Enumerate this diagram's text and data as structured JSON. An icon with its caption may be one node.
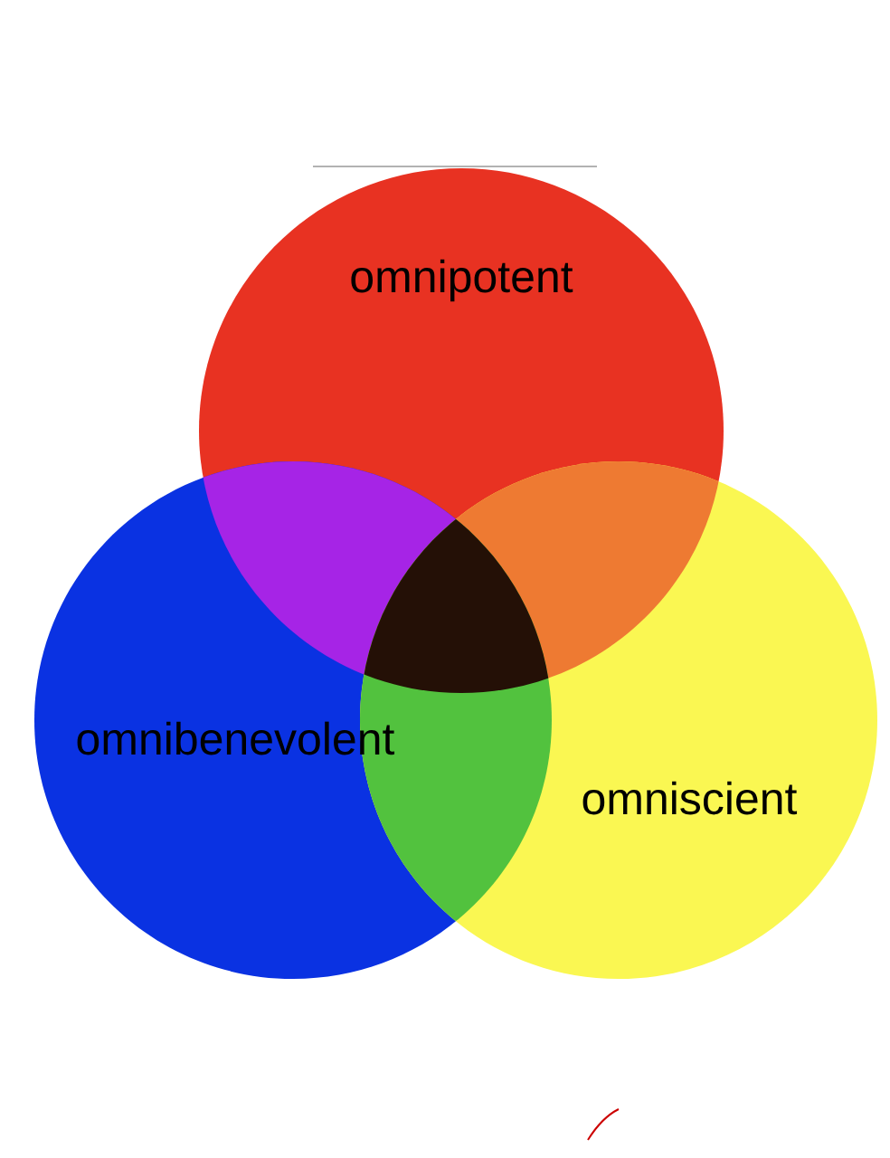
{
  "diagram": {
    "nodes": [
      {
        "text": [
          "omnipotent"
        ]
      },
      {
        "text": [
          "omnibenevolent"
        ]
      },
      {
        "text": [
          "omniscient"
        ]
      }
    ]
  }
}
